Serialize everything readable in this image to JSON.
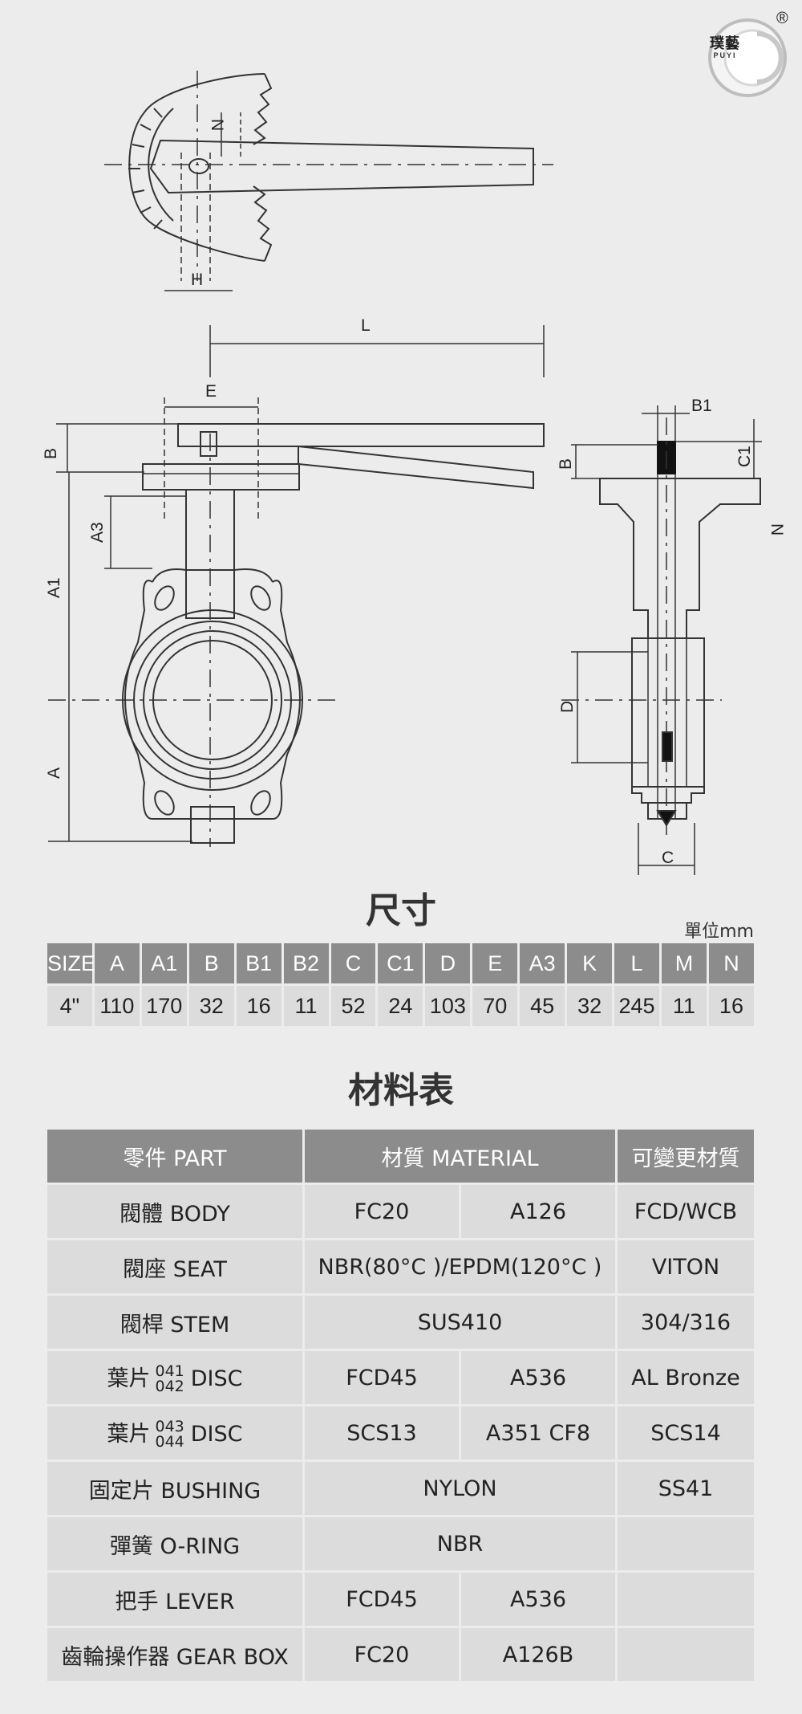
{
  "brand": {
    "name": "璞藝",
    "sub": "PUYI",
    "registered": "®"
  },
  "drawing_labels": {
    "top_n": "N",
    "top_h": "H",
    "front_l": "L",
    "front_e": "E",
    "front_b": "B",
    "front_a3": "A3",
    "front_a1": "A1",
    "front_a": "A",
    "side_b1": "B1",
    "side_b": "B",
    "side_c1": "C1",
    "side_n": "N",
    "side_d": "D",
    "side_c": "C"
  },
  "dimensions": {
    "title": "尺寸",
    "unit": "單位mm",
    "headers": [
      "SIZE",
      "A",
      "A1",
      "B",
      "B1",
      "B2",
      "C",
      "C1",
      "D",
      "E",
      "A3",
      "K",
      "L",
      "M",
      "N"
    ],
    "row": [
      "4\"",
      "110",
      "170",
      "32",
      "16",
      "11",
      "52",
      "24",
      "103",
      "70",
      "45",
      "32",
      "245",
      "11",
      "16"
    ]
  },
  "materials": {
    "title": "材料表",
    "headers": {
      "part": "零件 PART",
      "material": "材質 MATERIAL",
      "alt": "可變更材質"
    },
    "rows": [
      {
        "part": "閥體 BODY",
        "m1": "FC20",
        "m2": "A126",
        "alt": "FCD/WCB"
      },
      {
        "part": "閥座 SEAT",
        "m": "NBR(80°C )/EPDM(120°C )",
        "alt": "VITON"
      },
      {
        "part": "閥桿 STEM",
        "m": "SUS410",
        "alt": "304/316"
      },
      {
        "part_pre": "葉片",
        "n1": "041",
        "n2": "042",
        "part_post": "DISC",
        "m1": "FCD45",
        "m2": "A536",
        "alt": "AL Bronze"
      },
      {
        "part_pre": "葉片",
        "n1": "043",
        "n2": "044",
        "part_post": "DISC",
        "m1": "SCS13",
        "m2": "A351 CF8",
        "alt": "SCS14"
      },
      {
        "part": "固定片 BUSHING",
        "m": "NYLON",
        "alt": "SS41"
      },
      {
        "part": "彈簧 O-RING",
        "m": "NBR",
        "alt": ""
      },
      {
        "part": "把手 LEVER",
        "m1": "FCD45",
        "m2": "A536",
        "alt": ""
      },
      {
        "part": "齒輪操作器 GEAR BOX",
        "m1": "FC20",
        "m2": "A126B",
        "alt": ""
      }
    ]
  }
}
